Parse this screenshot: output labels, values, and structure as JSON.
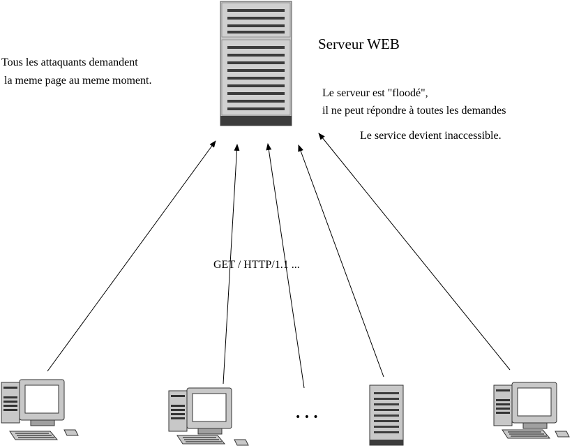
{
  "server": {
    "title": "Serveur WEB"
  },
  "notes": {
    "attackers_line1": "Tous les attaquants demandent",
    "attackers_line2": "la meme page au meme moment.",
    "flood_line1": "Le serveur est \"floodé\",",
    "flood_line2": "il ne peut répondre à toutes les demandes",
    "service_line": "Le service devient inaccessible."
  },
  "request": {
    "label": "GET / HTTP/1.1 ..."
  },
  "ellipsis": "• • •",
  "colors": {
    "server_body": "#c8c8c8",
    "server_dark": "#3c3c3c",
    "line": "#000000"
  }
}
